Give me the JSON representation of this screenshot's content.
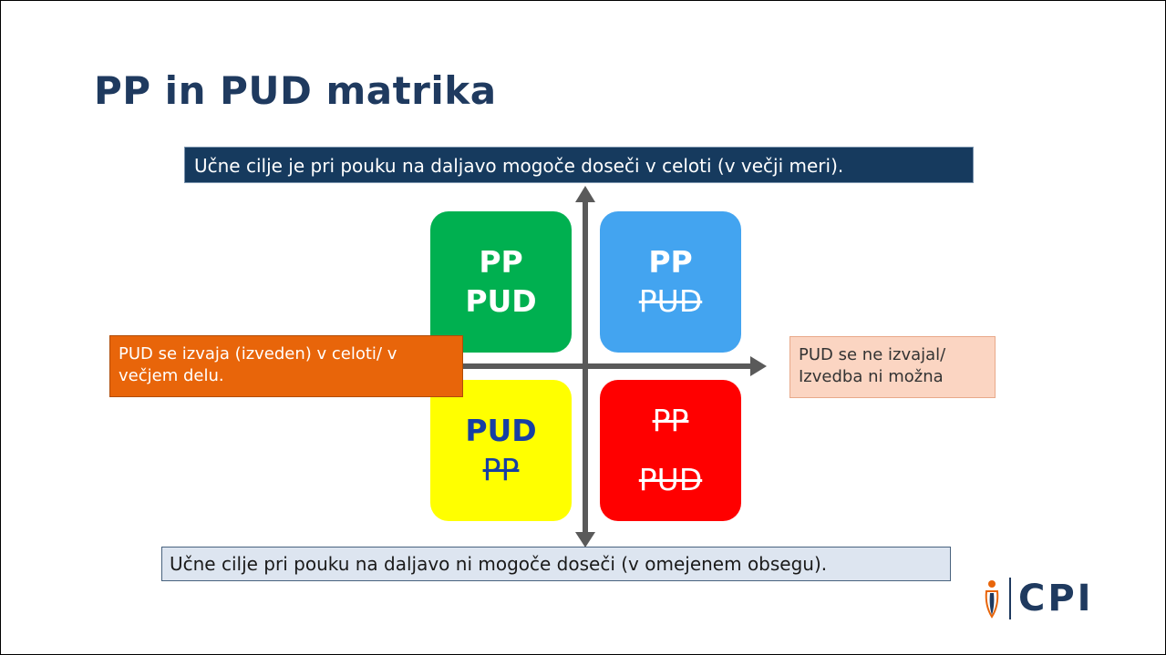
{
  "slide": {
    "title": "PP in PUD matrika",
    "top_label": "Učne cilje je pri pouku na daljavo mogoče doseči v celoti  (v večji meri).",
    "bottom_label": "Učne cilje pri pouku na daljavo ni mogoče doseči (v omejenem obsegu).",
    "left_label": "PUD se izvaja (izveden) v celoti/ v večjem delu.",
    "right_label": "PUD se ne izvajal/ Izvedba ni možna",
    "quadrants": {
      "top_left": {
        "line1": "PP",
        "line2": "PUD",
        "color": "#00b050"
      },
      "top_right": {
        "line1": "PP",
        "line2": "PUD",
        "color": "#43a4f0"
      },
      "bottom_left": {
        "line1": "PUD",
        "line2": "PP",
        "color": "#ffff00"
      },
      "bottom_right": {
        "line1": "PP",
        "line2": "PUD",
        "color": "#ff0000"
      }
    },
    "logo": {
      "text": "CPI",
      "icon": "cpi-figure-icon"
    }
  }
}
